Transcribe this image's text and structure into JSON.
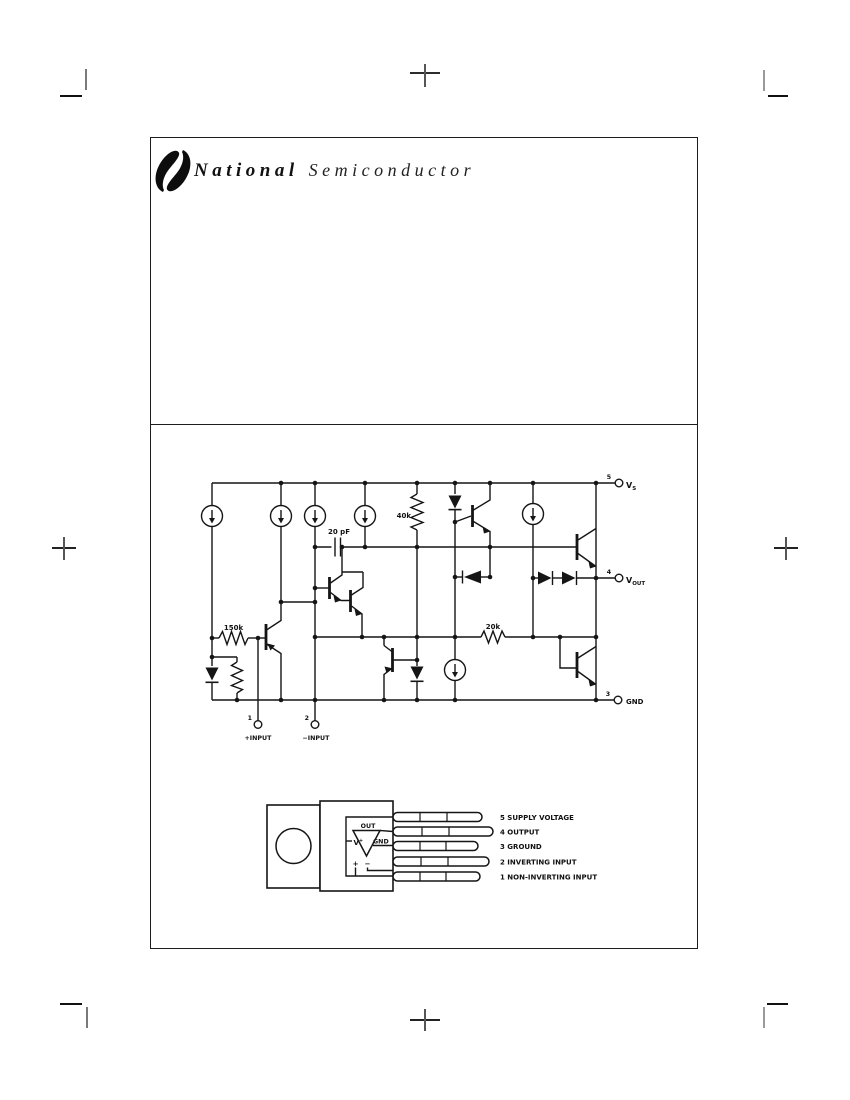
{
  "header": {
    "brand_bold": "National",
    "brand_light": "Semiconductor"
  },
  "schematic": {
    "components": {
      "capacitor": "20 pF",
      "resistor_40k": "40k",
      "resistor_150k": "150k",
      "resistor_20k": "20k"
    },
    "pins": {
      "supply": {
        "number": "5",
        "label_main": "V",
        "label_sub": "S"
      },
      "output": {
        "number": "4",
        "label_main": "V",
        "label_sub": "OUT"
      },
      "ground": {
        "number": "3",
        "label": "GND"
      },
      "noninverting": {
        "number": "1",
        "label": "+INPUT"
      },
      "inverting": {
        "number": "2",
        "label": "−INPUT"
      }
    }
  },
  "package": {
    "opamp": {
      "out": "OUT",
      "vplus_main": "V",
      "vplus_sup": "+",
      "gnd": "GND",
      "plus": "+",
      "minus": "−"
    },
    "pins": [
      {
        "label": "5 SUPPLY VOLTAGE"
      },
      {
        "label": "4 OUTPUT"
      },
      {
        "label": "3 GROUND"
      },
      {
        "label": "2 INVERTING INPUT"
      },
      {
        "label": "1 NON-INVERTING INPUT"
      }
    ]
  }
}
